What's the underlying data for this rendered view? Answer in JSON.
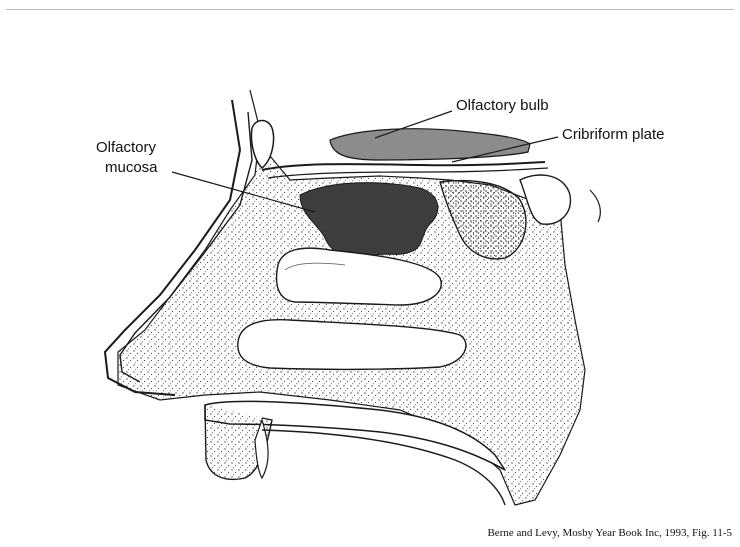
{
  "figure": {
    "labels": {
      "olfactory_bulb": "Olfactory bulb",
      "cribriform_plate": "Cribriform plate",
      "olfactory_mucosa_line1": "Olfactory",
      "olfactory_mucosa_line2": "mucosa"
    },
    "citation": "Berne and Levy, Mosby Year Book Inc, 1993, Fig. 11-5"
  },
  "colors": {
    "olfactory_bulb_fill": "#8c8c8c",
    "olfactory_mucosa_fill": "#3e3e3e",
    "stipple": "#4a4a4a",
    "outline": "#1a1a1a"
  }
}
